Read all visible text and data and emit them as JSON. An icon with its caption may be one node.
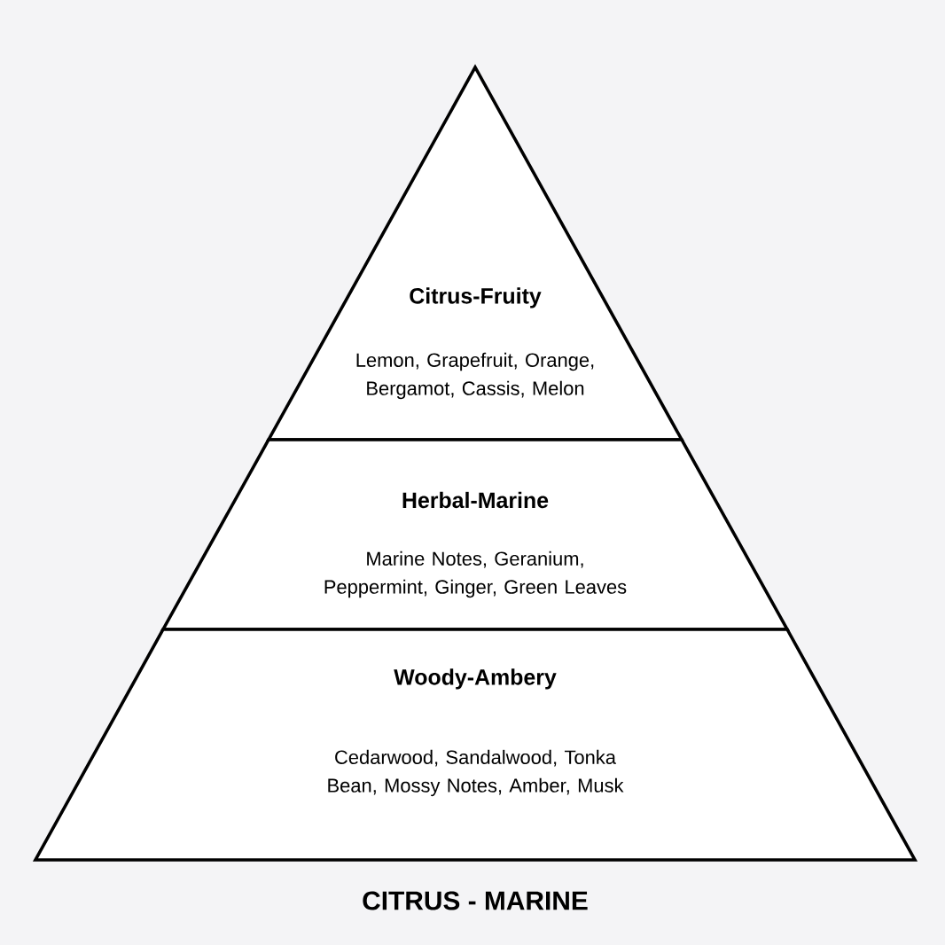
{
  "diagram": {
    "title": "CITRUS - MARINE",
    "nodes": [
      {
        "text": [
          "Citrus-Fruity",
          "Lemon, Grapefruit, Orange, Bergamot, Cassis, Melon"
        ]
      },
      {
        "text": [
          "Herbal-Marine",
          "Marine Notes, Geranium, Peppermint, Ginger, Green Leaves"
        ]
      },
      {
        "text": [
          "Woody-Ambery",
          "Cedarwood, Sandalwood, Tonka Bean, Mossy Notes, Amber, Musk"
        ]
      }
    ]
  }
}
